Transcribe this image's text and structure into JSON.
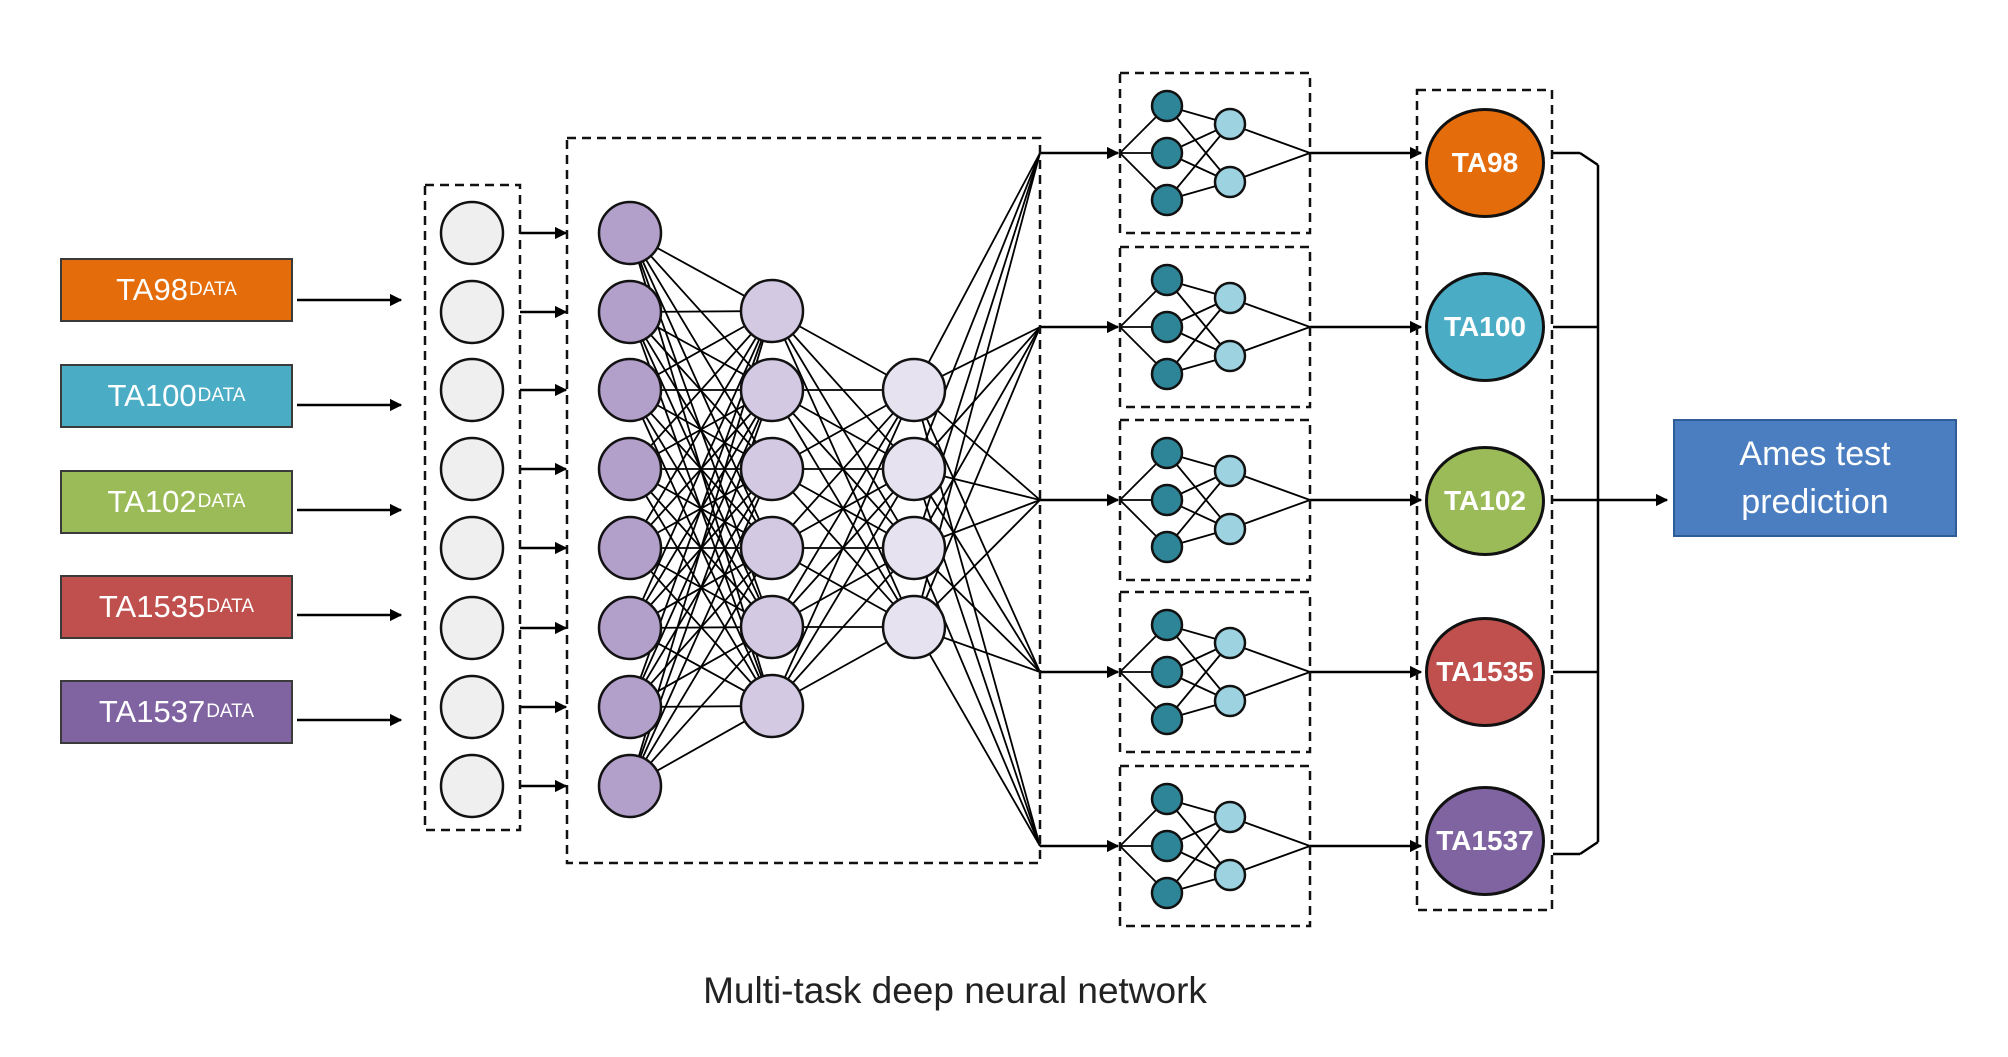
{
  "datasets": [
    {
      "name": "TA98",
      "sub": "DATA",
      "color": "#e46c0a"
    },
    {
      "name": "TA100",
      "sub": "DATA",
      "color": "#4bacc6"
    },
    {
      "name": "TA102",
      "sub": "DATA",
      "color": "#9bbb59"
    },
    {
      "name": "TA1535",
      "sub": "DATA",
      "color": "#c0504d"
    },
    {
      "name": "TA1537",
      "sub": "DATA",
      "color": "#8064a2"
    }
  ],
  "outputs": [
    {
      "label": "TA98",
      "color": "#e46c0a"
    },
    {
      "label": "TA100",
      "color": "#4bacc6"
    },
    {
      "label": "TA102",
      "color": "#9bbb59"
    },
    {
      "label": "TA1535",
      "color": "#c0504d"
    },
    {
      "label": "TA1537",
      "color": "#8064a2"
    }
  ],
  "result": {
    "line1": "Ames test",
    "line2": "prediction",
    "color": "#4a7ec0"
  },
  "caption": "Multi-task deep neural network",
  "colors": {
    "input_node": "#efefef",
    "hidden1": "#b29fca",
    "hidden2": "#d3c9e3",
    "hidden3": "#e7e2f0",
    "task_node_dark": "#2e8598",
    "task_node_light": "#9dd3e0"
  }
}
